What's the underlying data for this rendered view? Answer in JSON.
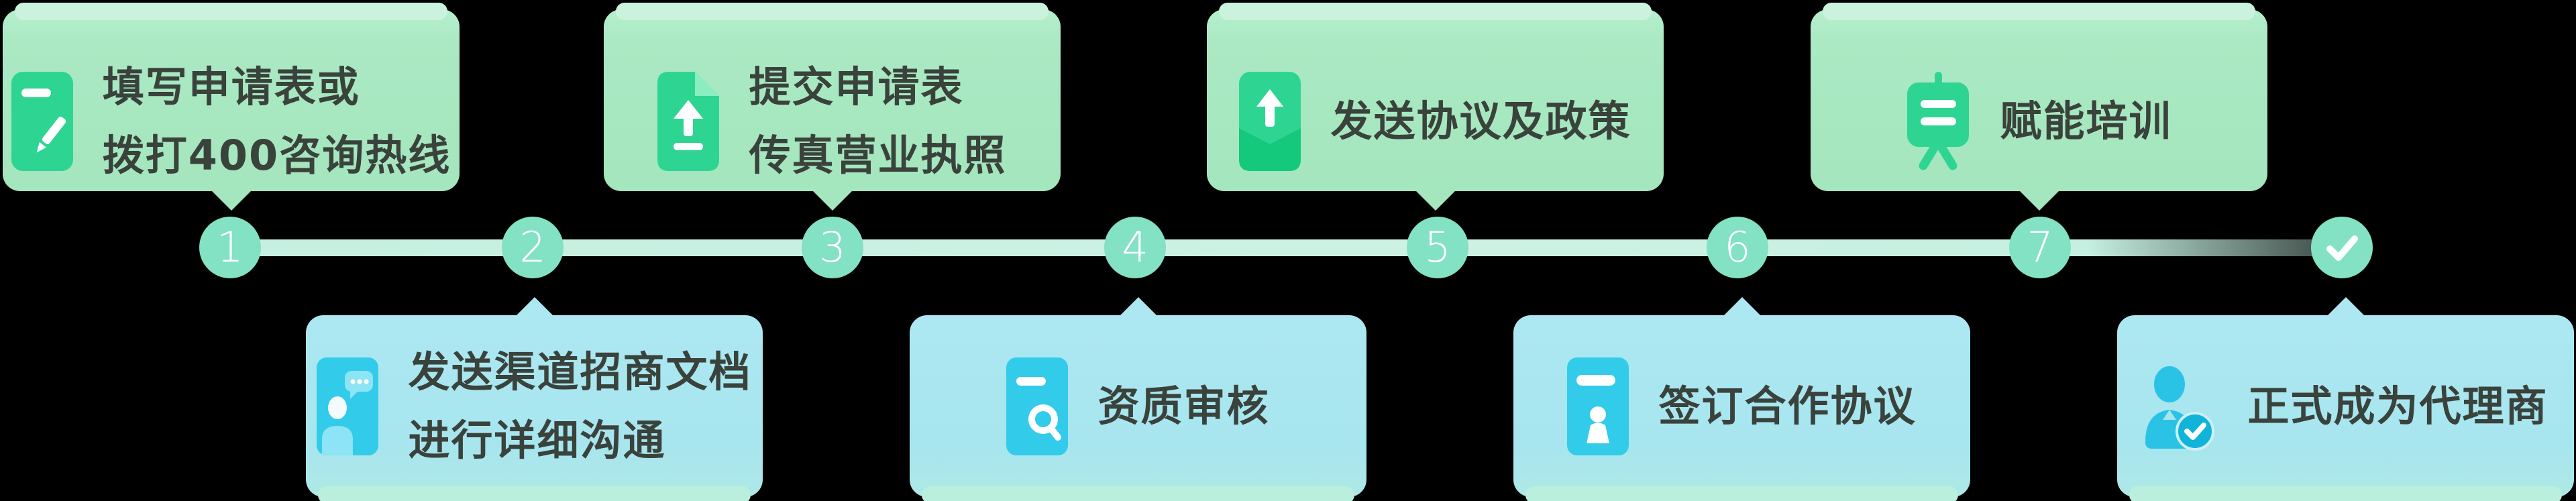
{
  "diagram": {
    "kind": "process-flow-timeline",
    "background": "#000000",
    "colors": {
      "top_card": "#aae9c3",
      "top_card_peek": "#cbf2dd",
      "bottom_card": "#a7e5ef",
      "bottom_card_peek": "#baeedd",
      "green_icon_tile": "#2ed592",
      "green_icon_dark": "#14c87c",
      "green_icon_light": "#8aeec0",
      "blue_icon_tile": "#33cbea",
      "blue_icon_light": "#8ce4f5",
      "blue_person": "#2ac3e6",
      "badge_blue": "#10b4d8",
      "marker_circle": "#83e1c4",
      "connector_bar": "#c5efe0",
      "text": "#3a423c",
      "icon_glyph_white": "#ffffff"
    },
    "steps": [
      {
        "marker": "1",
        "position": "top",
        "icon": "form-pencil-icon",
        "label_lines": [
          "填写申请表或",
          "拨打400咨询热线"
        ]
      },
      {
        "marker": "2",
        "position": "bottom",
        "icon": "contact-chat-icon",
        "label_lines": [
          "发送渠道招商文档",
          "进行详细沟通"
        ]
      },
      {
        "marker": "3",
        "position": "top",
        "icon": "upload-document-icon",
        "label_lines": [
          "提交申请表",
          "传真营业执照"
        ]
      },
      {
        "marker": "4",
        "position": "bottom",
        "icon": "document-search-icon",
        "label_lines": [
          "资质审核"
        ]
      },
      {
        "marker": "5",
        "position": "top",
        "icon": "send-envelope-icon",
        "label_lines": [
          "发送协议及政策"
        ]
      },
      {
        "marker": "6",
        "position": "bottom",
        "icon": "contract-sign-icon",
        "label_lines": [
          "签订合作协议"
        ]
      },
      {
        "marker": "7",
        "position": "top",
        "icon": "training-board-icon",
        "label_lines": [
          "赋能培训"
        ]
      },
      {
        "marker": "✓",
        "position": "bottom",
        "icon": "agent-check-icon",
        "label_lines": [
          "正式成为代理商"
        ]
      }
    ]
  }
}
